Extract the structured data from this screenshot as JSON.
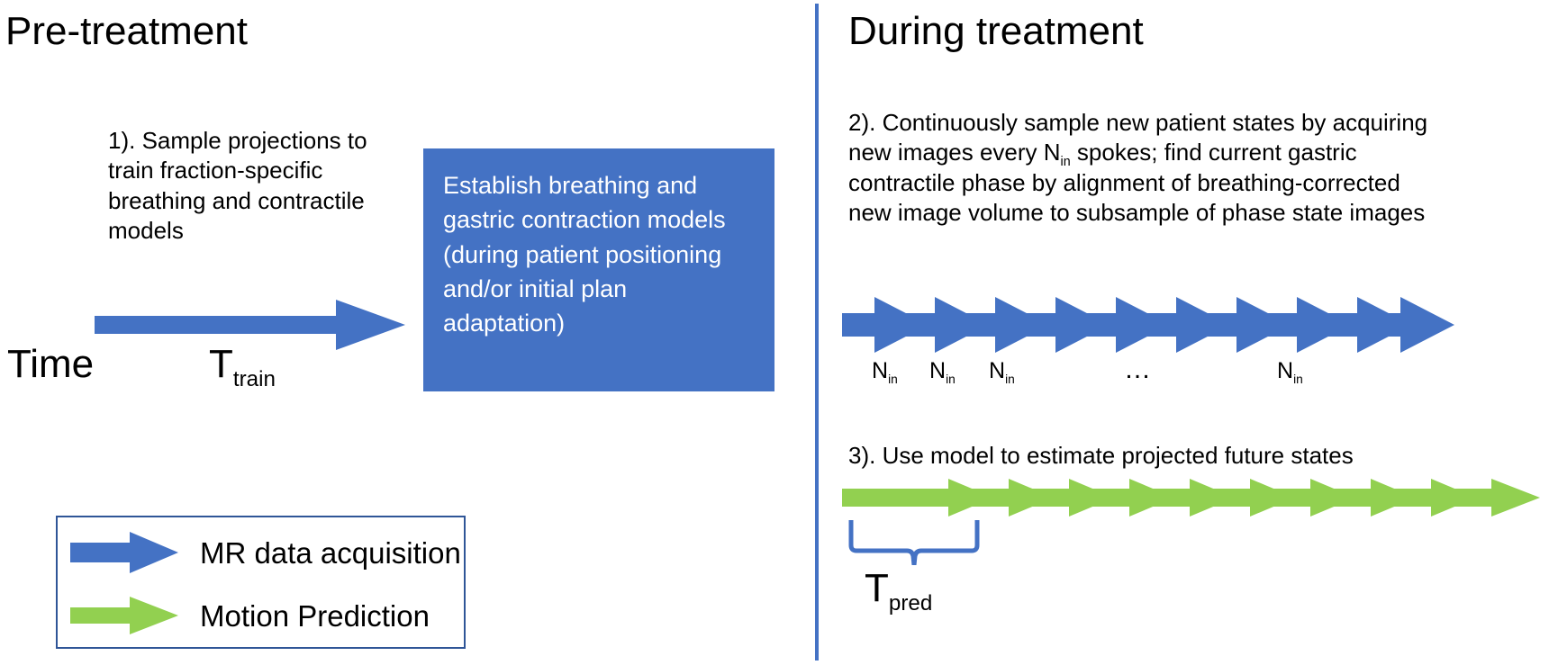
{
  "left_panel": {
    "heading": "Pre-treatment",
    "step1_text": "1). Sample projections to train fraction-specific breathing and contractile models",
    "process_box_text": "Establish breathing and gastric contraction models (during patient positioning and/or initial plan adaptation)",
    "time_label": "Time",
    "t_train_base": "T",
    "t_train_sub": "train"
  },
  "right_panel": {
    "heading": "During treatment",
    "step2_text_part1": "2). Continuously sample new patient states by acquiring new images every N",
    "step2_sub": "in",
    "step2_text_part2": " spokes; find current gastric contractile phase by alignment of breathing-corrected new image volume to subsample of phase state images",
    "step3_text": "3). Use model to estimate projected future states",
    "n_tick_base": "N",
    "n_tick_sub": "in",
    "n_ticks": [
      "N",
      "N",
      "N",
      "N"
    ],
    "ellipsis": "…",
    "t_pred_base": "T",
    "t_pred_sub": "pred"
  },
  "legend": {
    "items": [
      {
        "label": "MR data acquisition",
        "color": "#4472c4",
        "icon": "blue-right-arrow-icon"
      },
      {
        "label": "Motion Prediction",
        "color": "#92d050",
        "icon": "green-right-arrow-icon"
      }
    ]
  },
  "colors": {
    "blue": "#4472c4",
    "blue_dark": "#2f5597",
    "green": "#92d050",
    "white": "#ffffff",
    "black": "#000000",
    "background": "#ffffff"
  }
}
